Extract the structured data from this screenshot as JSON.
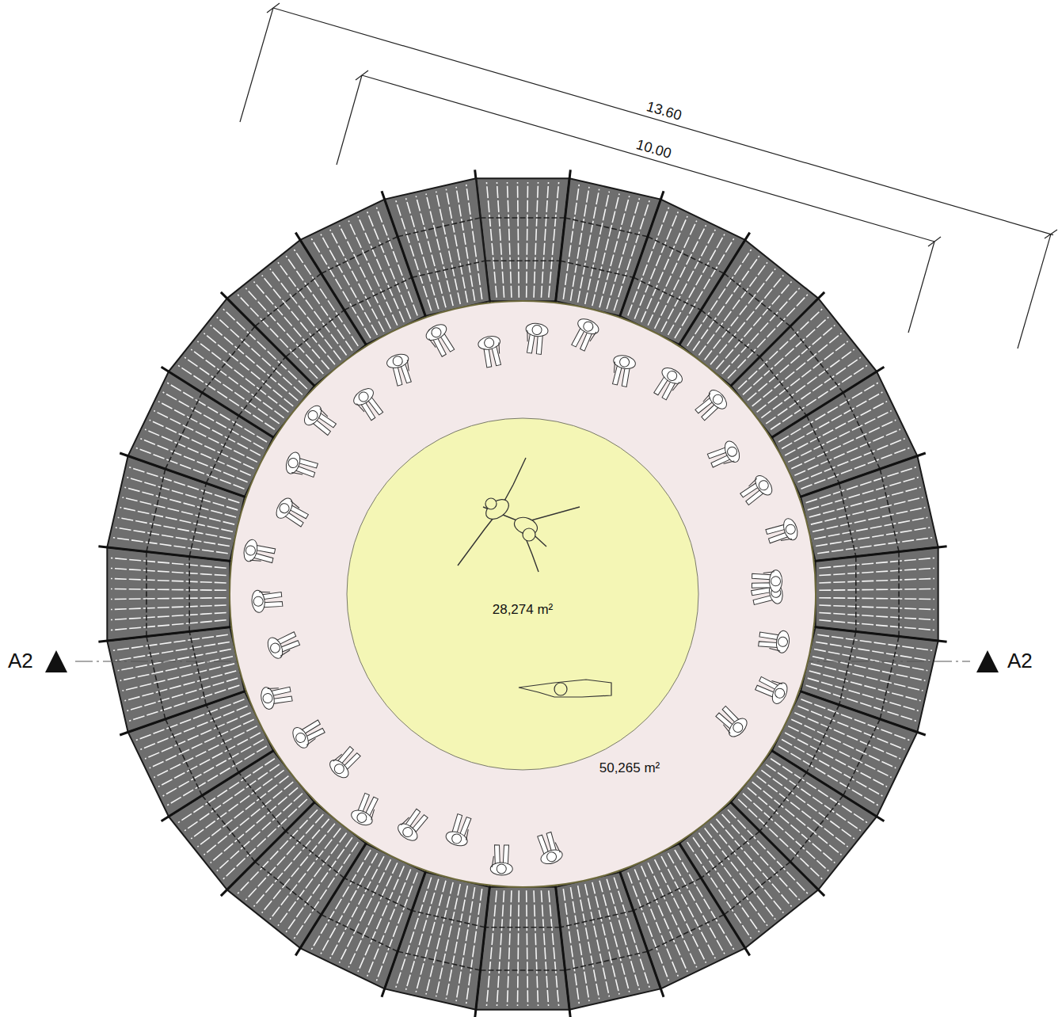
{
  "diagram": {
    "nodes": [
      {
        "text": [
          "50,265 m²"
        ]
      },
      {
        "text": [
          "28,274 m²"
        ],
        "in": 0
      }
    ],
    "labels": [
      "13.60",
      "10.00",
      "A2",
      "A2"
    ]
  }
}
